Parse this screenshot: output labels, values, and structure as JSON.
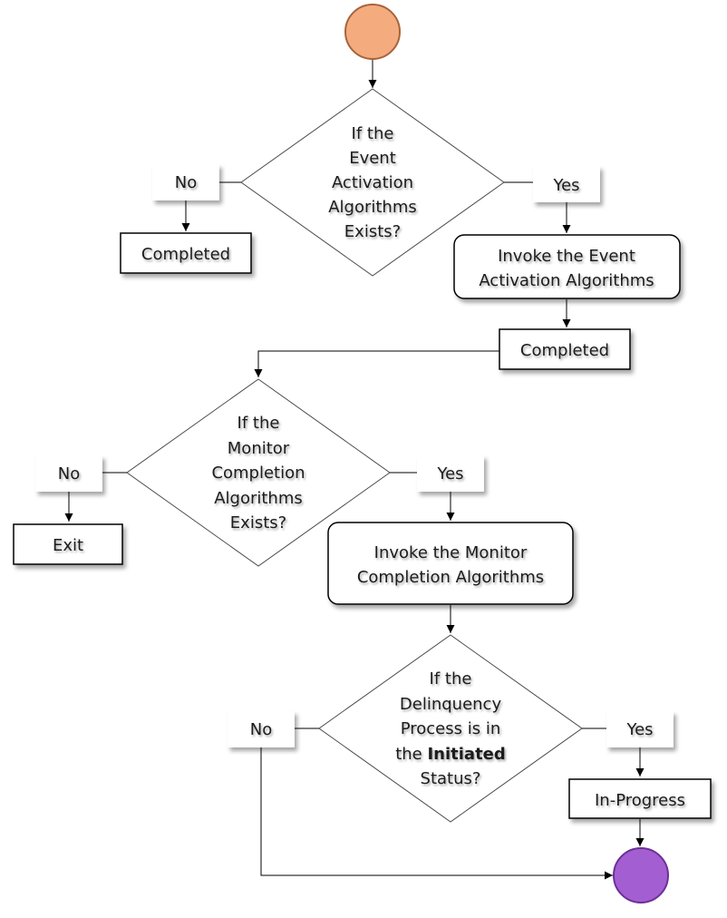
{
  "colors": {
    "start_node": "#F4AC7E",
    "start_stroke": "#A7643C",
    "end_node": "#A35FD1",
    "end_stroke": "#6D2F97"
  },
  "decision1": {
    "lines": [
      "If the",
      "Event",
      "Activation",
      "Algorithms",
      "Exists?"
    ],
    "no_label": "No",
    "yes_label": "Yes",
    "no_result": "Completed",
    "yes_action": [
      "Invoke the Event",
      "Activation Algorithms"
    ],
    "after_action": "Completed"
  },
  "decision2": {
    "lines": [
      "If the",
      "Monitor",
      "Completion",
      "Algorithms",
      "Exists?"
    ],
    "no_label": "No",
    "yes_label": "Yes",
    "no_result": "Exit",
    "yes_action": [
      "Invoke the Monitor",
      "Completion Algorithms"
    ]
  },
  "decision3": {
    "lines": [
      "If the",
      "Delinquency",
      "Process is in"
    ],
    "line4_prefix": "the ",
    "line4_bold": "Initiated",
    "line5": "Status?",
    "no_label": "No",
    "yes_label": "Yes",
    "yes_result": "In-Progress"
  }
}
